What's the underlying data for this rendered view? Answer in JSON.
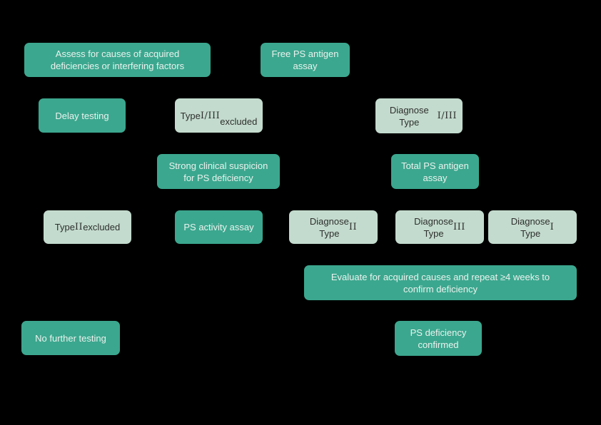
{
  "diagram": {
    "type": "flowchart",
    "colors": {
      "background": "#000000",
      "primary": "#3BA78E",
      "secondary": "#C3DBCE",
      "text_on_primary": "#EAF3EF",
      "text_on_secondary": "#2E2F2D"
    },
    "nodes": [
      {
        "id": "assess-acquired-causes",
        "variant": "primary",
        "label": "Assess for causes of acquired\ndeficiencies or interfering factors"
      },
      {
        "id": "free-ps-antigen-assay",
        "variant": "primary",
        "label": "Free PS antigen\nassay"
      },
      {
        "id": "delay-testing",
        "variant": "primary",
        "label": "Delay testing"
      },
      {
        "id": "type-i-iii-excluded",
        "variant": "secondary",
        "label": "Type I/III\nexcluded"
      },
      {
        "id": "diagnose-type-i-iii",
        "variant": "secondary",
        "label": "Diagnose Type\nI/III"
      },
      {
        "id": "strong-clinical-suspicion",
        "variant": "primary",
        "label": "Strong clinical suspicion\nfor PS deficiency"
      },
      {
        "id": "total-ps-antigen-assay",
        "variant": "primary",
        "label": "Total PS antigen\nassay"
      },
      {
        "id": "type-ii-excluded",
        "variant": "secondary",
        "label": "Type II excluded"
      },
      {
        "id": "ps-activity-assay",
        "variant": "primary",
        "label": "PS activity assay"
      },
      {
        "id": "diagnose-type-ii",
        "variant": "secondary",
        "label": "Diagnose\nType II"
      },
      {
        "id": "diagnose-type-iii",
        "variant": "secondary",
        "label": "Diagnose\nType III"
      },
      {
        "id": "diagnose-type-i",
        "variant": "secondary",
        "label": "Diagnose\nType I"
      },
      {
        "id": "evaluate-acquired-repeat",
        "variant": "primary",
        "label": "Evaluate for acquired causes and repeat ≥4 weeks to\nconfirm deficiency"
      },
      {
        "id": "no-further-testing",
        "variant": "primary",
        "label": "No further testing"
      },
      {
        "id": "ps-deficiency-confirmed",
        "variant": "primary",
        "label": "PS deficiency\nconfirmed"
      }
    ]
  }
}
